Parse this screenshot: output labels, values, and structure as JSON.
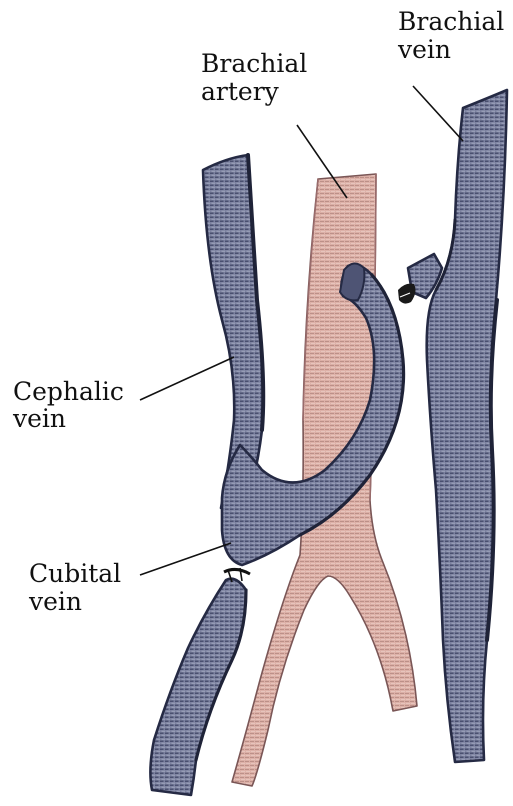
{
  "labels": {
    "brachial_vein_line1": "Brachial",
    "brachial_vein_line2": "vein",
    "brachial_artery_line1": "Brachial",
    "brachial_artery_line2": "artery",
    "cephalic_vein_line1": "Cephalic",
    "cephalic_vein_line2": "vein",
    "cubital_vein_line1": "Cubital",
    "cubital_vein_line2": "vein"
  },
  "colors": {
    "vein": "#6f7594",
    "vein_dark": "#2d3150",
    "artery": "#d9aaa0",
    "artery_dark": "#8e6262",
    "label_text": "#111111"
  }
}
